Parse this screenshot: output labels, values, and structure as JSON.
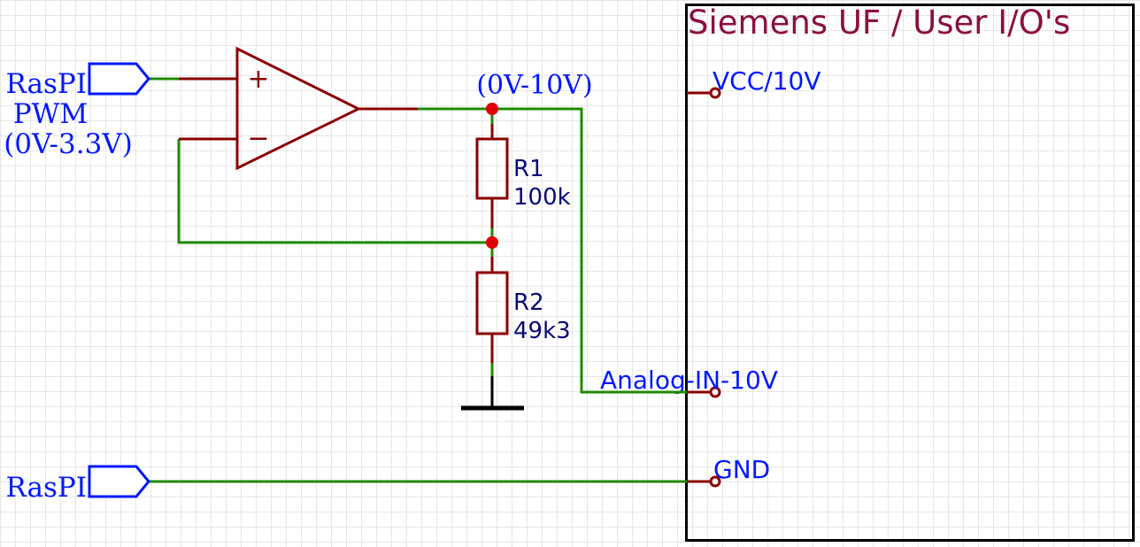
{
  "colors": {
    "wire": "#1f8a00",
    "component": "#8b0000",
    "net_label": "#0018ff",
    "designator": "#0a0a78",
    "title": "#8b1040",
    "ground": "#000000"
  },
  "block": {
    "title": "Siemens UF / User I/O's",
    "pins": {
      "vcc": "VCC/10V",
      "analog_in": "Analog-IN-10V",
      "gnd": "GND"
    }
  },
  "ports": {
    "pwm": {
      "lines": [
        "RasPI",
        "PWM",
        "(0V-3.3V)"
      ],
      "icon": "net-port-arrow-icon"
    },
    "gnd": {
      "lines": [
        "RasPI"
      ],
      "icon": "net-port-arrow-icon"
    }
  },
  "opamp": {
    "plus": "+",
    "minus": "−"
  },
  "output_range": "(0V-10V)",
  "resistors": [
    {
      "ref": "R1",
      "value": "100k"
    },
    {
      "ref": "R2",
      "value": "49k3"
    }
  ],
  "ground_symbol": "ground-icon"
}
